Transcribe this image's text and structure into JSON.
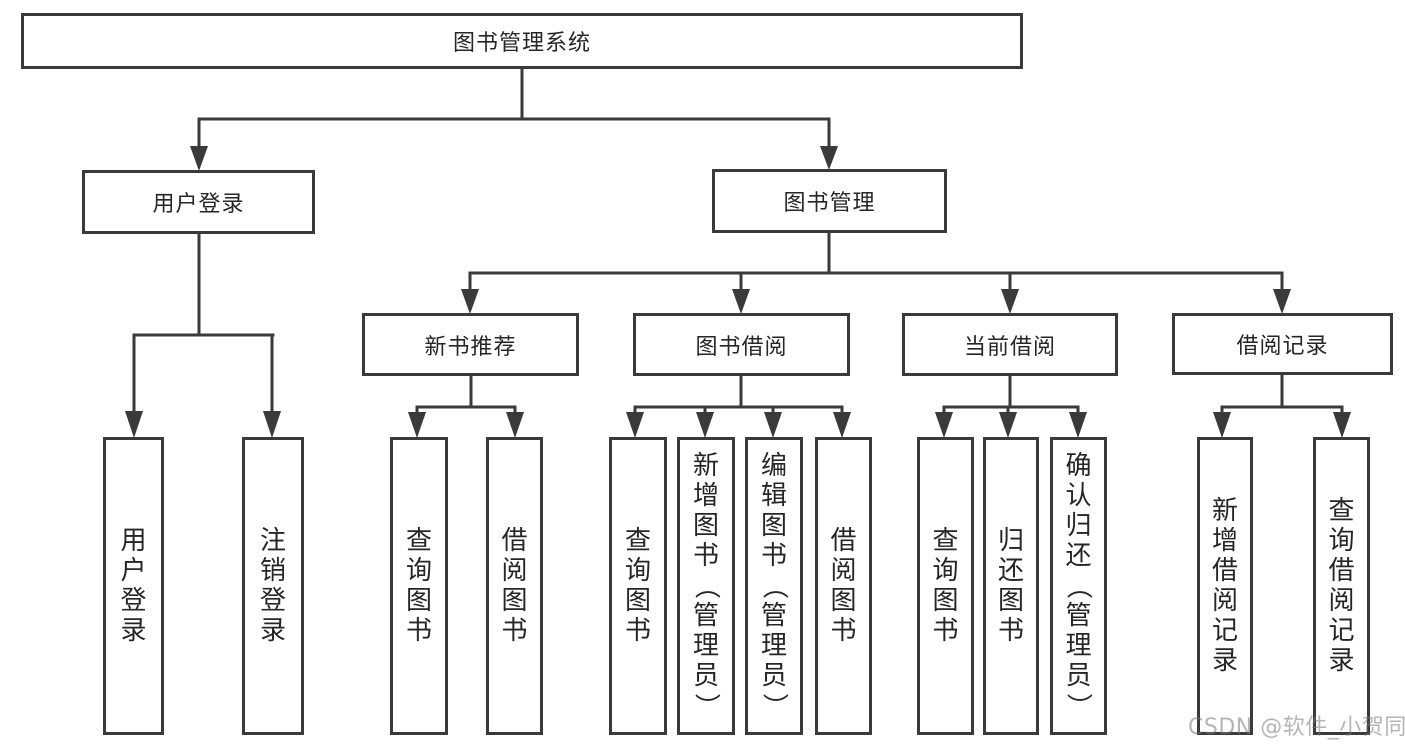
{
  "diagram": {
    "title_node": {
      "label": "图书管理系统"
    },
    "level2": [
      {
        "label": "用户登录"
      },
      {
        "label": "图书管理"
      }
    ],
    "level3": [
      {
        "label": "新书推荐"
      },
      {
        "label": "图书借阅"
      },
      {
        "label": "当前借阅"
      },
      {
        "label": "借阅记录"
      }
    ],
    "leaves": [
      {
        "label": "用户登录",
        "parent": "用户登录"
      },
      {
        "label": "注销登录",
        "parent": "用户登录"
      },
      {
        "label": "查询图书",
        "parent": "新书推荐"
      },
      {
        "label": "借阅图书",
        "parent": "新书推荐"
      },
      {
        "label": "查询图书",
        "parent": "图书借阅"
      },
      {
        "label": "新增图书（管理员）",
        "parent": "图书借阅"
      },
      {
        "label": "编辑图书（管理员）",
        "parent": "图书借阅"
      },
      {
        "label": "借阅图书",
        "parent": "图书借阅"
      },
      {
        "label": "查询图书",
        "parent": "当前借阅"
      },
      {
        "label": "归还图书",
        "parent": "当前借阅"
      },
      {
        "label": "确认归还（管理员）",
        "parent": "当前借阅"
      },
      {
        "label": "新增借阅记录",
        "parent": "借阅记录"
      },
      {
        "label": "查询借阅记录",
        "parent": "借阅记录"
      }
    ]
  },
  "watermark": "CSDN @软件_小贺同学",
  "colors": {
    "line": "#3a3a3a",
    "text": "#262626",
    "background": "#ffffff",
    "watermark_gray": "#b9b9b9"
  }
}
